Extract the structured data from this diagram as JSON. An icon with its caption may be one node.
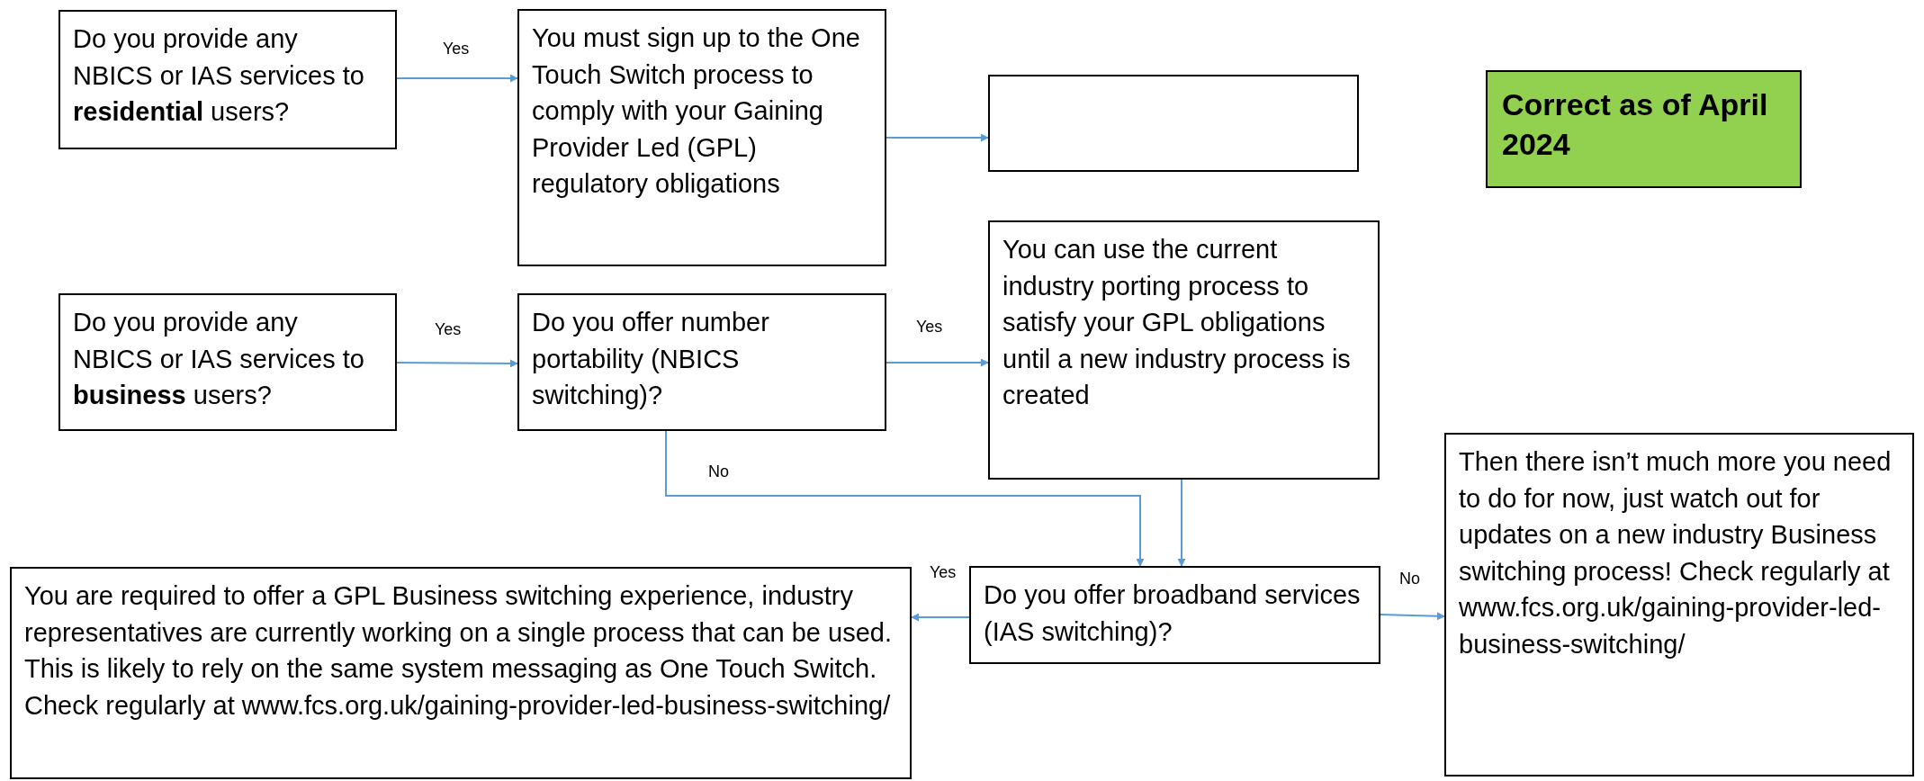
{
  "diagram": {
    "nodes": [
      {
        "text": [
          "Do you provide any NBICS or IAS services to **residential** users?"
        ]
      },
      {
        "text": [
          "You must sign up to the One Touch Switch process to comply with your Gaining Provider Led (GPL) regulatory obligations"
        ]
      },
      {
        "text": [],
        "shape": "box"
      },
      {
        "text": [
          "Correct as of April 2024"
        ]
      },
      {
        "text": [
          "Do you provide any NBICS or IAS services to **business** users?"
        ]
      },
      {
        "text": [
          "Do you offer number portability (NBICS switching)?"
        ]
      },
      {
        "text": [
          "You can use the current industry porting process to satisfy your GPL obligations until a new industry process is created"
        ]
      },
      {
        "text": [
          "Do you offer broadband services (IAS switching)?"
        ]
      },
      {
        "text": [
          "You are required to offer a GPL Business switching experience, industry representatives are currently working on a single process that can be used.  This is likely to rely on the same system messaging as One Touch Switch.  Check regularly at www.fcs.org.uk/gaining-provider-led-business-switching/"
        ]
      },
      {
        "text": [
          "Then there isn’t much more you need to do for now, just watch out for updates on a new industry Business switching process!    Check regularly at www.fcs.org.uk/gaining-provider-led-business-switching/"
        ]
      }
    ],
    "edges": [
      {
        "from": 0,
        "to": 1,
        "arrow": "to",
        "label": "Yes"
      },
      {
        "from": 1,
        "to": 2,
        "arrow": "to"
      },
      {
        "from": 4,
        "to": 5,
        "arrow": "to",
        "label": "Yes"
      },
      {
        "from": 5,
        "to": 6,
        "arrow": "to",
        "label": "Yes"
      },
      {
        "from": 5,
        "to": 7,
        "arrow": "to",
        "label": "No"
      },
      {
        "from": 6,
        "to": 7,
        "arrow": "to"
      },
      {
        "from": 7,
        "to": 8,
        "arrow": "to",
        "label": "Yes"
      },
      {
        "from": 7,
        "to": 9,
        "arrow": "to",
        "label": "No"
      }
    ]
  }
}
